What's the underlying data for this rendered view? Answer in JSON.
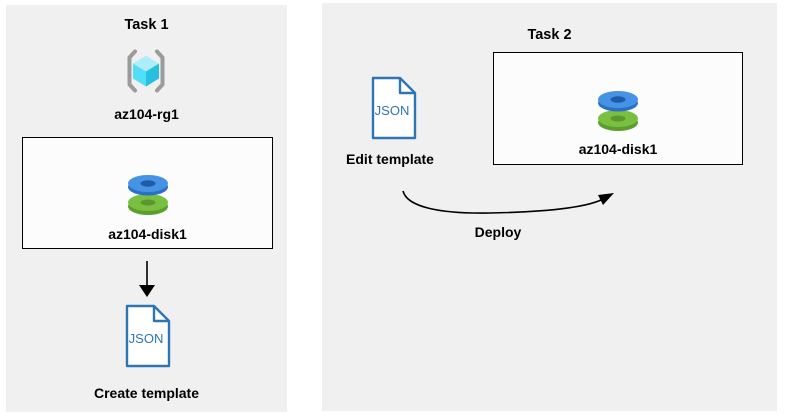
{
  "panels": [
    {
      "title": "Task 1",
      "resource_group_label": "az104-rg1",
      "disk_label": "az104-disk1",
      "file_text": "JSON",
      "caption": "Create template"
    },
    {
      "title": "Task 2",
      "file_text": "JSON",
      "file_caption": "Edit template",
      "disk_label": "az104-disk1",
      "arrow_label": "Deploy"
    }
  ],
  "colors": {
    "panel-bg": "#f0f0f0",
    "box-bg": "#fcfcfc",
    "box-border": "#000000",
    "text": "#000000",
    "arrow": "#000000",
    "json-blue": "#2e75b5",
    "disk-blue": "#4693e6",
    "disk-blue-dark": "#2a70c8",
    "disk-hole-blue": "#1c5ca8",
    "disk-green": "#79bf40",
    "disk-green-dark": "#5b9e2d",
    "disk-hole-green": "#5d9630",
    "cube-top": "#aeeefb",
    "cube-left": "#50dff7",
    "cube-right": "#29c0e0",
    "bracket-gray": "#9b9b9b"
  }
}
